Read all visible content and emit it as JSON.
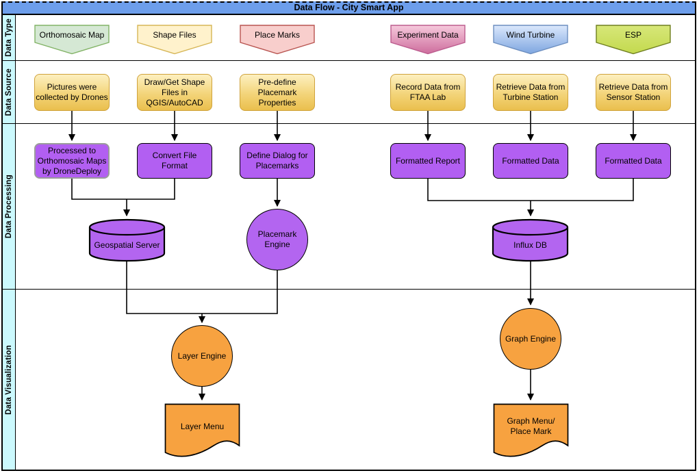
{
  "title": "Data Flow - City Smart App",
  "lanes": {
    "type": "Data Type",
    "source": "Data Source",
    "processing": "Data Processing",
    "visualization": "Data Visualization"
  },
  "data_type": {
    "orthomosaic_map": "Orthomosaic Map",
    "shape_files": "Shape Files",
    "place_marks": "Place Marks",
    "experiment_data": "Experiment Data",
    "wind_turbine": "Wind Turbine",
    "esp": "ESP"
  },
  "data_source": {
    "drones": "Pictures were\ncollected by Drones",
    "qgis": "Draw/Get Shape\nFiles in\nQGIS/AutoCAD",
    "placemark_props": "Pre-define\nPlacemark\nProperties",
    "ftaa": "Record Data from\nFTAA Lab",
    "turbine": "Retrieve Data from\nTurbine Station",
    "sensor": "Retrieve Data from\nSensor Station"
  },
  "data_processing": {
    "dronedeploy": "Processed to\nOrthomosaic Maps\nby DroneDeploy",
    "convert": "Convert File\nFormat",
    "define_dialog": "Define Dialog for\nPlacemarks",
    "formatted_report": "Formatted Report",
    "formatted_data_1": "Formatted Data",
    "formatted_data_2": "Formatted Data",
    "geospatial_server": "Geospatial Server",
    "placemark_engine": "Placemark\nEngine",
    "influx_db": "Influx DB"
  },
  "data_visualization": {
    "layer_engine": "Layer Engine",
    "layer_menu": "Layer Menu",
    "graph_engine": "Graph Engine",
    "graph_menu": "Graph Menu/\nPlace Mark"
  },
  "colors": {
    "title_bar": "#6d9eeb",
    "lane_strip": "#cbf9fd",
    "pentagon_green_fill": "#d5e8d4",
    "pentagon_green_border": "#82b366",
    "pentagon_yellow_fill": "#fff2cc",
    "pentagon_yellow_border": "#d6b656",
    "pentagon_red_fill": "#f8cecc",
    "pentagon_red_border": "#b85450",
    "pentagon_pink_gradient": [
      "#f6c9dc",
      "#cd6d9d"
    ],
    "pentagon_blue_gradient": [
      "#dbe8fc",
      "#7ea6e0"
    ],
    "pentagon_esp_gradient": [
      "#d7e779",
      "#c3d94e"
    ],
    "source_box_gradient": [
      "#fdf0c0",
      "#eabf4d"
    ],
    "processing_purple": "#b365f0",
    "visualization_orange": "#f7a240",
    "line_color": "#000000"
  }
}
